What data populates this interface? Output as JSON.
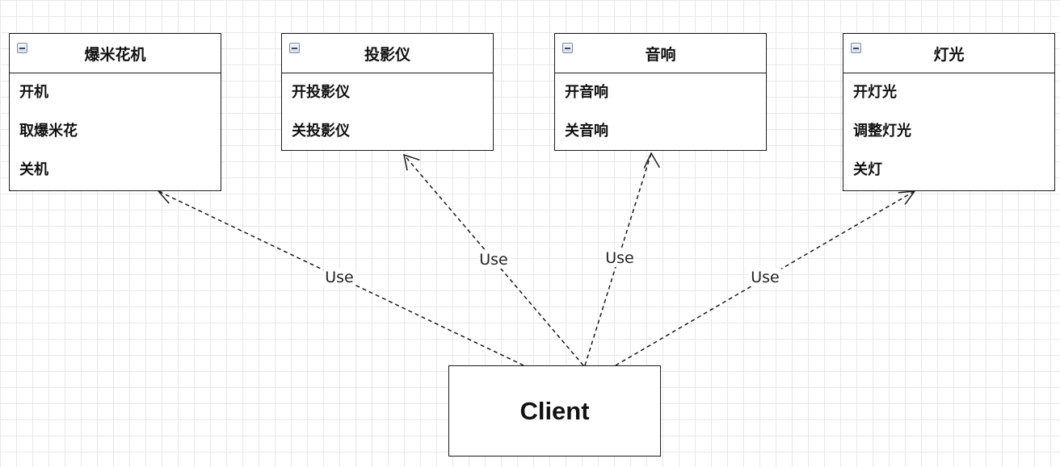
{
  "classes": [
    {
      "id": "popcorn",
      "name": "爆米花机",
      "methods": [
        "开机",
        "取爆米花",
        "关机"
      ]
    },
    {
      "id": "projector",
      "name": "投影仪",
      "methods": [
        "开投影仪",
        "关投影仪"
      ]
    },
    {
      "id": "stereo",
      "name": "音响",
      "methods": [
        "开音响",
        "关音响"
      ]
    },
    {
      "id": "light",
      "name": "灯光",
      "methods": [
        "开灯光",
        "调整灯光",
        "关灯"
      ]
    }
  ],
  "client": {
    "name": "Client"
  },
  "edges": [
    {
      "from": "client",
      "to": "popcorn",
      "label": "Use",
      "style": "dashed",
      "arrow": "open"
    },
    {
      "from": "client",
      "to": "projector",
      "label": "Use",
      "style": "dashed",
      "arrow": "open"
    },
    {
      "from": "client",
      "to": "stereo",
      "label": "Use",
      "style": "dashed",
      "arrow": "open"
    },
    {
      "from": "client",
      "to": "light",
      "label": "Use",
      "style": "dashed",
      "arrow": "open"
    }
  ]
}
